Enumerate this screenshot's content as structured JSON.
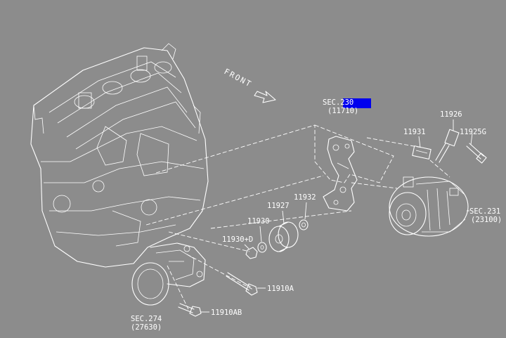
{
  "diagram": {
    "front_label": "FRONT",
    "highlight_color": "#0000ee",
    "background_color": "#8c8c8c",
    "labels": {
      "sec230_line1": "SEC.230",
      "sec230_line2": "(11710)",
      "p11926": "11926",
      "p11931": "11931",
      "p11925g": "11925G",
      "sec231_line1": "SEC.231",
      "sec231_line2": "(23100)",
      "p11932": "11932",
      "p11927": "11927",
      "p11930": "11930",
      "p11930d": "11930+D",
      "p11910a": "11910A",
      "sec274_line1": "SEC.274",
      "sec274_line2": "(27630)",
      "p11910ab": "11910AB"
    }
  }
}
